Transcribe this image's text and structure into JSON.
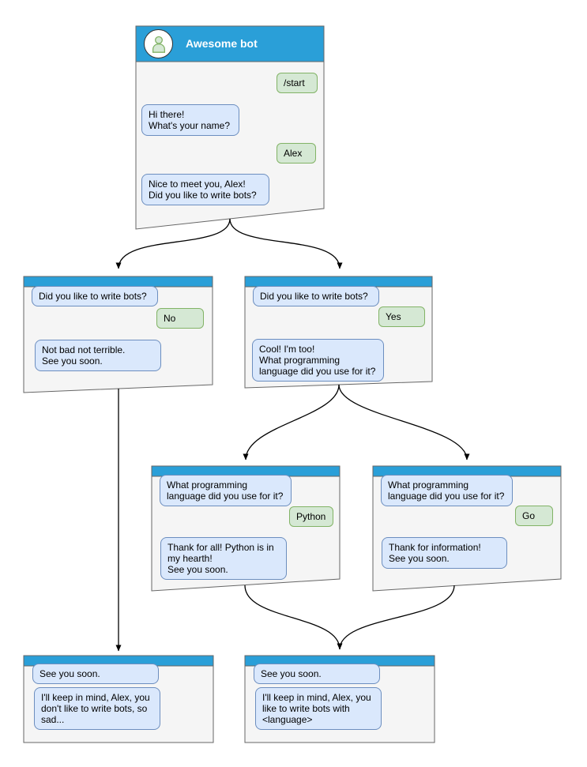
{
  "diagram": {
    "type": "chatbot-conversation-flowchart",
    "colors": {
      "header_bar": "#2A9FD8",
      "window_bg": "#F5F5F5",
      "window_border": "#666666",
      "bot_bubble_bg": "#DAE8FC",
      "bot_bubble_border": "#6C8EBF",
      "user_bubble_bg": "#D5E8D4",
      "user_bubble_border": "#82B366",
      "arrow": "#000000",
      "title_text": "#FFFFFF",
      "avatar_bg": "#FFFFFF",
      "avatar_border": "#333333"
    },
    "windows": [
      {
        "id": "start",
        "title": "Awesome bot",
        "messages": [
          {
            "from": "user",
            "text": "/start"
          },
          {
            "from": "bot",
            "text": "Hi there!\nWhat's your name?"
          },
          {
            "from": "user",
            "text": "Alex"
          },
          {
            "from": "bot",
            "text": "Nice to meet you, Alex!\nDid you like to write bots?"
          }
        ]
      },
      {
        "id": "branch-no",
        "messages": [
          {
            "from": "bot",
            "text": "Did you like to write bots?"
          },
          {
            "from": "user",
            "text": "No"
          },
          {
            "from": "bot",
            "text": "Not bad not terrible.\nSee you soon."
          }
        ]
      },
      {
        "id": "branch-yes",
        "messages": [
          {
            "from": "bot",
            "text": "Did you like to write bots?"
          },
          {
            "from": "user",
            "text": "Yes"
          },
          {
            "from": "bot",
            "text": "Cool! I'm too!\nWhat programming\nlanguage did you use for it?"
          }
        ]
      },
      {
        "id": "branch-python",
        "messages": [
          {
            "from": "bot",
            "text": "What programming\nlanguage did you use for it?"
          },
          {
            "from": "user",
            "text": "Python"
          },
          {
            "from": "bot",
            "text": "Thank for all! Python is in\nmy hearth!\nSee you soon."
          }
        ]
      },
      {
        "id": "branch-go",
        "messages": [
          {
            "from": "bot",
            "text": "What programming\nlanguage did you use for it?"
          },
          {
            "from": "user",
            "text": "Go"
          },
          {
            "from": "bot",
            "text": "Thank for information!\nSee you soon."
          }
        ]
      },
      {
        "id": "end-no",
        "messages": [
          {
            "from": "bot",
            "text": "See you soon."
          },
          {
            "from": "bot",
            "text": "I'll keep in mind, Alex, you\ndon't like to write bots, so\nsad..."
          }
        ]
      },
      {
        "id": "end-language",
        "messages": [
          {
            "from": "bot",
            "text": "See you soon."
          },
          {
            "from": "bot",
            "text": "I'll keep in mind, Alex, you\nlike to write bots with\n<language>"
          }
        ]
      }
    ],
    "edges": [
      {
        "from": "start",
        "to": "branch-no"
      },
      {
        "from": "start",
        "to": "branch-yes"
      },
      {
        "from": "branch-no",
        "to": "end-no"
      },
      {
        "from": "branch-yes",
        "to": "branch-python"
      },
      {
        "from": "branch-yes",
        "to": "branch-go"
      },
      {
        "from": "branch-python",
        "to": "end-language"
      },
      {
        "from": "branch-go",
        "to": "end-language"
      }
    ]
  }
}
